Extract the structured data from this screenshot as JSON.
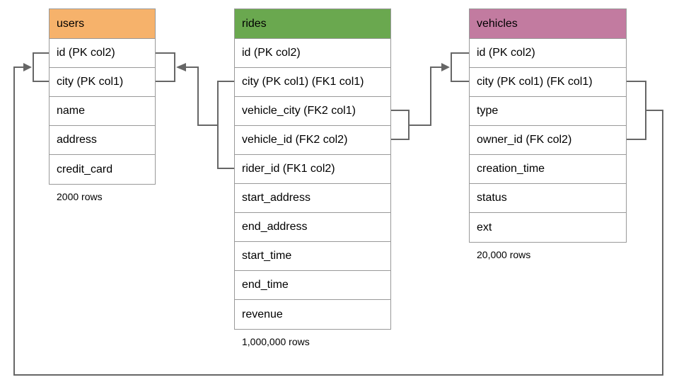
{
  "diagram": {
    "tables": [
      {
        "name": "users",
        "header_color": "#f6b26b",
        "columns": [
          "id (PK col2)",
          "city (PK col1)",
          "name",
          "address",
          "credit_card"
        ],
        "row_count": "2000 rows"
      },
      {
        "name": "rides",
        "header_color": "#6aa84f",
        "columns": [
          "id (PK col2)",
          "city (PK col1) (FK1 col1)",
          "vehicle_city (FK2 col1)",
          "vehicle_id (FK2 col2)",
          "rider_id (FK1 col2)",
          "start_address",
          "end_address",
          "start_time",
          "end_time",
          "revenue"
        ],
        "row_count": "1,000,000 rows"
      },
      {
        "name": "vehicles",
        "header_color": "#c27ba0",
        "columns": [
          "id (PK col2)",
          "city (PK col1) (FK col1)",
          "type",
          "owner_id (FK col2)",
          "creation_time",
          "status",
          "ext"
        ],
        "row_count": "20,000 rows"
      }
    ],
    "relationships": [
      {
        "from": "rides (city, rider_id)",
        "to": "users (city, id)"
      },
      {
        "from": "rides (vehicle_city, vehicle_id)",
        "to": "vehicles (city, id)"
      },
      {
        "from": "vehicles (city, owner_id)",
        "to": "users (city, id)"
      }
    ],
    "colors": {
      "connector": "#666666",
      "table_border": "#999999",
      "text": "#000000",
      "background": "#ffffff"
    }
  }
}
